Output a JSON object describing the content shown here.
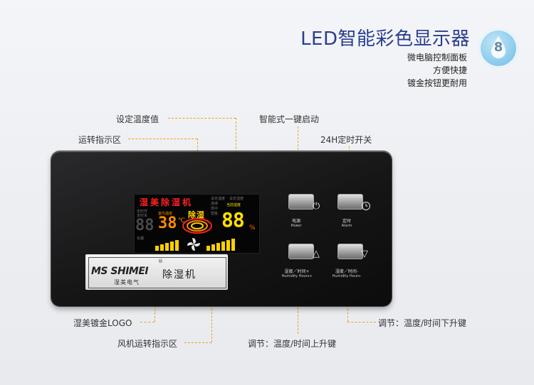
{
  "header": {
    "title": "LED智能彩色显示器",
    "lines": [
      "微电脑控制面板",
      "方便快捷",
      "镀金按钮更耐用"
    ],
    "badge_number": "8"
  },
  "callouts": {
    "set_temp": "设定温度值",
    "run_area": "运转指示区",
    "smart_start": "智能式一键启动",
    "timer": "24H定时开关",
    "logo": "湿美镀金LOGO",
    "fan_area": "风机运转指示区",
    "adj_up": "调节：温度/时间上升键",
    "adj_down": "调节：温度/时间下升键"
  },
  "lcd": {
    "brand": "湿美除湿机",
    "temp_value": "38",
    "temp_unit": "℃",
    "mode": "除湿",
    "humidity_value": "88",
    "humidity_unit": "%",
    "room_temp_label": "室内温度",
    "cur_hum_label": "当前湿度",
    "set_temp_label": "设定温度",
    "set_hum_label": "设定湿度",
    "timer_labels": [
      "定时开",
      "定时关"
    ],
    "mode_labels": [
      "连续",
      "低中",
      "智能"
    ],
    "defrost_label": "化霜",
    "bars_count": 5,
    "right_bars_count": 6
  },
  "logo": {
    "brand_en": "MS SHIMEI",
    "brand_cn_sub": "湿美电气",
    "product": "除湿机",
    "reg": "®"
  },
  "keys": {
    "power": {
      "cn": "电源",
      "en": "Power",
      "icon": "power-icon"
    },
    "timer": {
      "cn": "定时",
      "en": "Alarm",
      "icon": "clock-icon"
    },
    "up": {
      "cn": "湿度／时间+",
      "en": "Humidity Hours+",
      "icon": "triangle-up-icon"
    },
    "down": {
      "cn": "湿度／时间-",
      "en": "Humidity Hours-",
      "icon": "triangle-down-icon"
    }
  },
  "colors": {
    "title": "#2a3e8e",
    "callout_line": "#f0a01a",
    "lcd_red": "#ff2020",
    "lcd_orange": "#ff8a00",
    "lcd_yellow": "#ffe000"
  }
}
